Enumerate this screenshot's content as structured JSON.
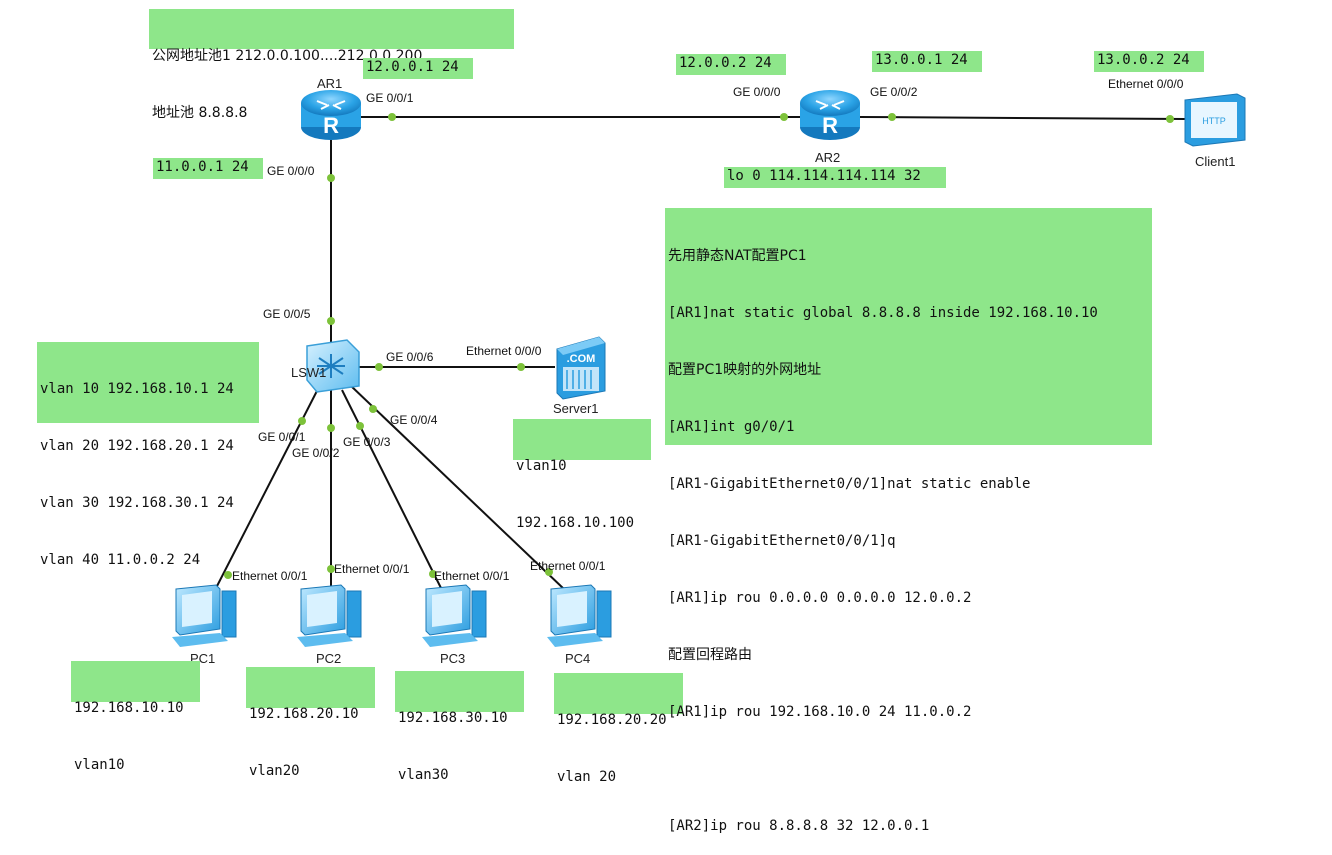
{
  "devices": {
    "ar1": "AR1",
    "ar2": "AR2",
    "client1": "Client1",
    "lsw1": "LSW1",
    "server1": "Server1",
    "pc1": "PC1",
    "pc2": "PC2",
    "pc3": "PC3",
    "pc4": "PC4"
  },
  "ports": {
    "ar1_ge001": "GE 0/0/1",
    "ar1_ge000": "GE 0/0/0",
    "ar2_ge000": "GE 0/0/0",
    "ar2_ge002": "GE 0/0/2",
    "client1_eth": "Ethernet 0/0/0",
    "lsw1_ge005": "GE 0/0/5",
    "lsw1_ge006": "GE 0/0/6",
    "server1_eth": "Ethernet 0/0/0",
    "lsw1_ge001": "GE 0/0/1",
    "lsw1_ge002": "GE 0/0/2",
    "lsw1_ge003": "GE 0/0/3",
    "lsw1_ge004": "GE 0/0/4",
    "pc1_eth": "Ethernet 0/0/1",
    "pc2_eth": "Ethernet 0/0/1",
    "pc3_eth": "Ethernet 0/0/1",
    "pc4_eth": "Ethernet 0/0/1"
  },
  "notes": {
    "pool_line1": "公网地址池1 212.0.0.100....212.0.0.200",
    "pool_line2": "地址池 8.8.8.8",
    "ar1_g001_ip": "12.0.0.1 24",
    "ar2_g000_ip": "12.0.0.2 24",
    "ar2_g002_ip": "13.0.0.1 24",
    "client1_ip": "13.0.0.2 24",
    "ar1_g000_ip": "11.0.0.1 24",
    "ar2_lo": "lo 0 114.114.114.114 32",
    "lsw_vlans": [
      "vlan 10 192.168.10.1 24",
      "vlan 20 192.168.20.1 24",
      "vlan 30 192.168.30.1 24",
      "vlan 40 11.0.0.2 24"
    ],
    "server1": [
      "vlan10",
      "192.168.10.100"
    ],
    "pc1": [
      "192.168.10.10",
      "vlan10"
    ],
    "pc2": [
      "192.168.20.10",
      "vlan20"
    ],
    "pc3": [
      "192.168.30.10",
      "vlan30"
    ],
    "pc4": [
      "192.168.20.20",
      "vlan 20"
    ],
    "config": [
      "先用静态NAT配置PC1",
      "[AR1]nat static global 8.8.8.8 inside 192.168.10.10",
      "配置PC1映射的外网地址",
      "[AR1]int g0/0/1",
      "[AR1-GigabitEthernet0/0/1]nat static enable",
      "[AR1-GigabitEthernet0/0/1]q",
      "[AR1]ip rou 0.0.0.0 0.0.0.0 12.0.0.2",
      "配置回程路由",
      "[AR1]ip rou 192.168.10.0 24 11.0.0.2",
      "",
      "[AR2]ip rou 8.8.8.8 32 12.0.0.1"
    ]
  },
  "icons": {
    "server_badge": ".COM",
    "client_badge": "HTTP"
  },
  "colors": {
    "note_bg": "#8ee68a",
    "port_dot": "#7dc23a",
    "link": "#111111",
    "router_blue": "#2aa3e6"
  }
}
